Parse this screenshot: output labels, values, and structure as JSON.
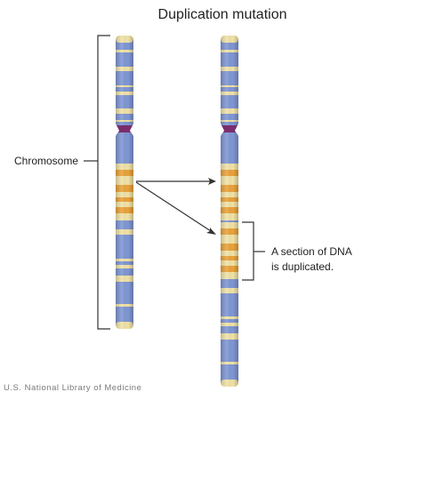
{
  "title": "Duplication mutation",
  "labels": {
    "chromosome": "Chromosome",
    "duplicated_line1": "A section of DNA",
    "duplicated_line2": "is duplicated."
  },
  "credit": "U.S. National Library of Medicine",
  "colors": {
    "body_blue": "#7f96d4",
    "band_cream": "#f0e2a6",
    "band_orange": "#e9a23a",
    "centromere": "#7a2d6e",
    "line": "#333333"
  }
}
